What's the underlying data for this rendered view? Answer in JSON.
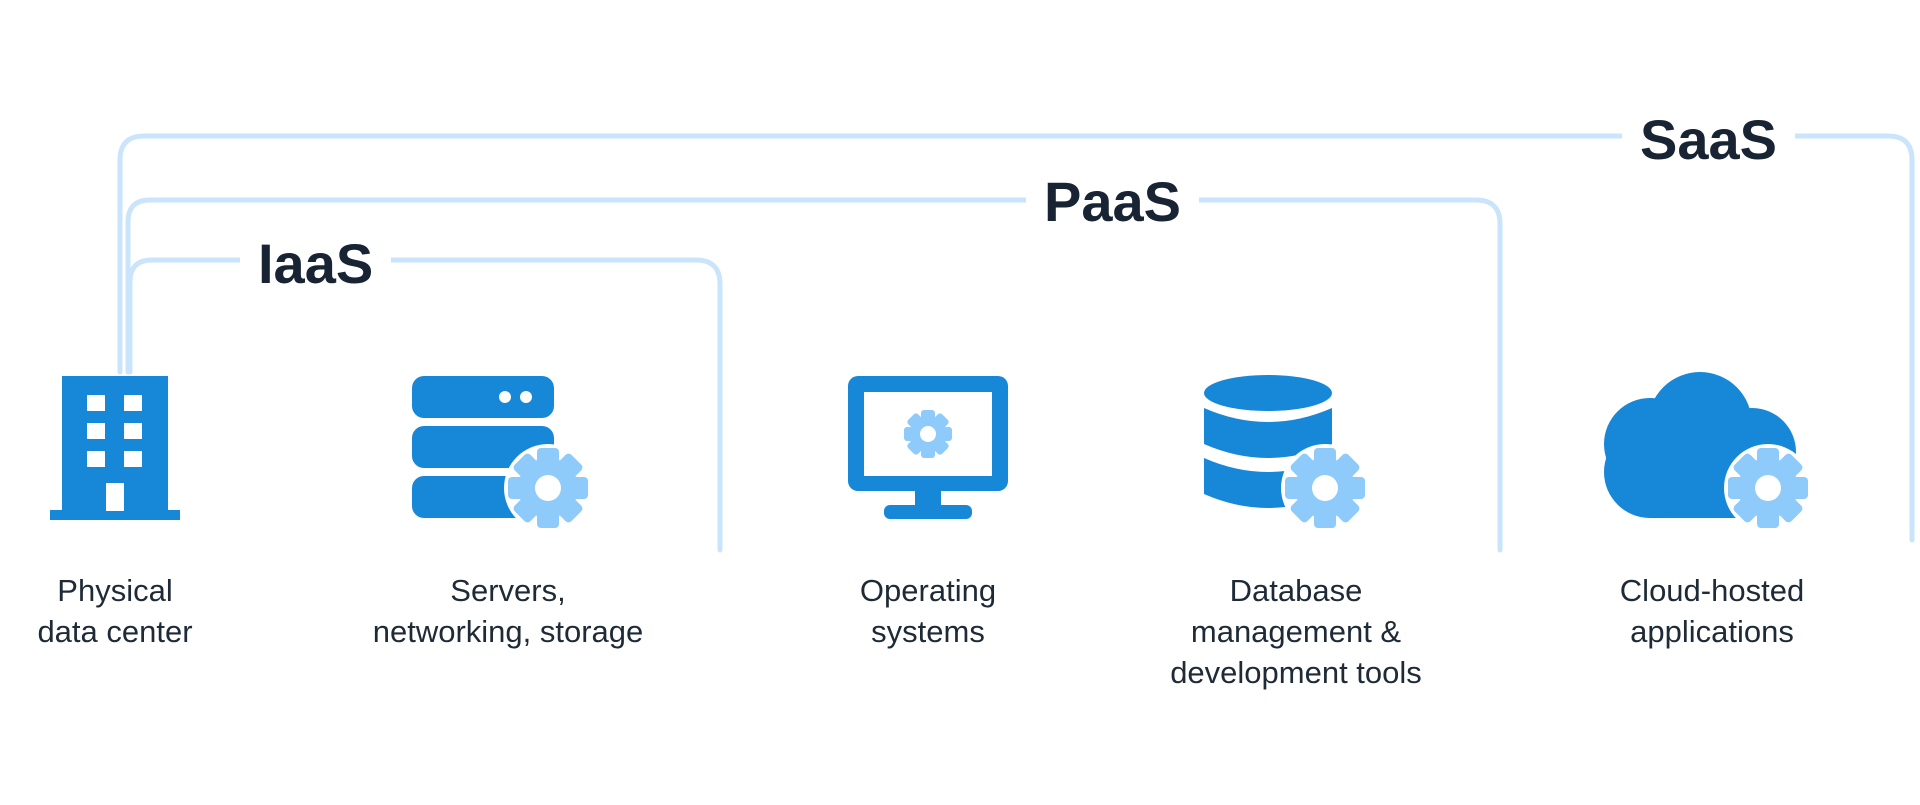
{
  "colors": {
    "bracket_line": "#c9e4fb",
    "icon_primary": "#1787d8",
    "icon_gear": "#8ecbfb",
    "label_text": "#182433",
    "caption_text": "#1e2a36",
    "background": "#ffffff"
  },
  "tiers": {
    "iaas": "IaaS",
    "paas": "PaaS",
    "saas": "SaaS"
  },
  "items": [
    {
      "icon": "building-icon",
      "caption_lines": [
        "Physical",
        "data center"
      ]
    },
    {
      "icon": "server-gear-icon",
      "caption_lines": [
        "Servers,",
        "networking, storage"
      ]
    },
    {
      "icon": "monitor-gear-icon",
      "caption_lines": [
        "Operating",
        "systems"
      ]
    },
    {
      "icon": "database-gear-icon",
      "caption_lines": [
        "Database",
        "management &",
        "development tools"
      ]
    },
    {
      "icon": "cloud-gear-icon",
      "caption_lines": [
        "Cloud-hosted",
        "applications"
      ]
    }
  ]
}
